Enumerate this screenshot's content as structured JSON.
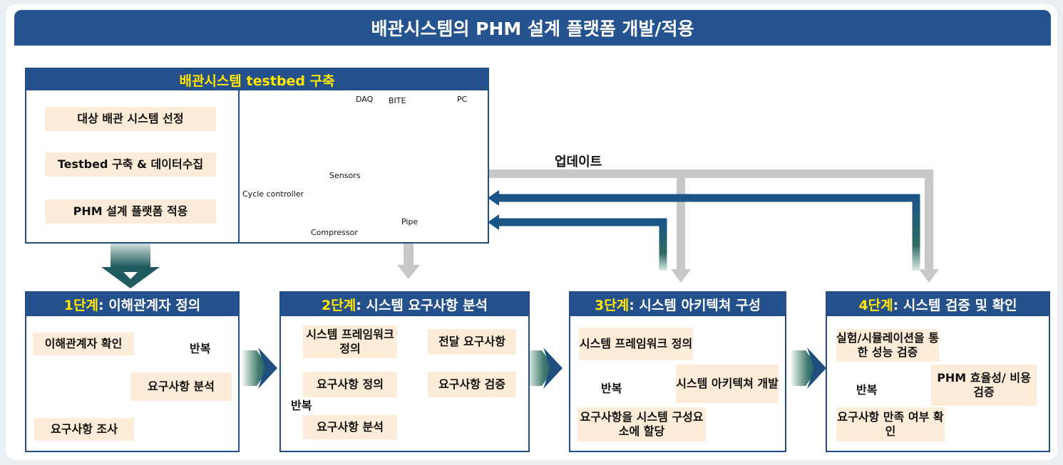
{
  "title": "배관시스템의 PHM 설계 플랫폼 개발/적용",
  "update_label": "업데이트",
  "testbed": {
    "title": "배관시스템 testbed 구축",
    "steps": [
      "대상 배관 시스템 선정",
      "Testbed 구축 & 데이터수집",
      "PHM 설계 플랫폼 적용"
    ],
    "equipment": {
      "daq": "DAQ",
      "bite": "BITE",
      "pc": "PC",
      "sensors": "Sensors",
      "cycle_controller": "Cycle controller",
      "compressor": "Compressor",
      "pipe": "Pipe"
    }
  },
  "stage1": {
    "num": "1단계",
    "name": ": 이해관계자 정의",
    "items": [
      "이해관계자 확인",
      "요구사항 분석",
      "요구사항 조사"
    ],
    "repeat": "반복"
  },
  "stage2": {
    "num": "2단계",
    "name": ": 시스템 요구사항 분석",
    "items": [
      "시스템 프레임워크 정의",
      "전달 요구사항",
      "요구사항 정의",
      "요구사항 검증",
      "요구사항 분석"
    ],
    "repeat": "반복"
  },
  "stage3": {
    "num": "3단계",
    "name": ": 시스템 아키텍쳐 구성",
    "items": [
      "시스템 프레임워크 정의",
      "시스템 아키텍쳐 개발",
      "요구사항을 시스템 구성요소에 할당"
    ],
    "repeat": "반복"
  },
  "stage4": {
    "num": "4단계",
    "name": ": 시스템 검증 및 확인",
    "items": [
      "실험/시뮬레이션을 통한 성능 검증",
      "PHM 효율성/ 비용 검증",
      "요구사항 만족 여부 확인"
    ],
    "repeat": "반복"
  }
}
